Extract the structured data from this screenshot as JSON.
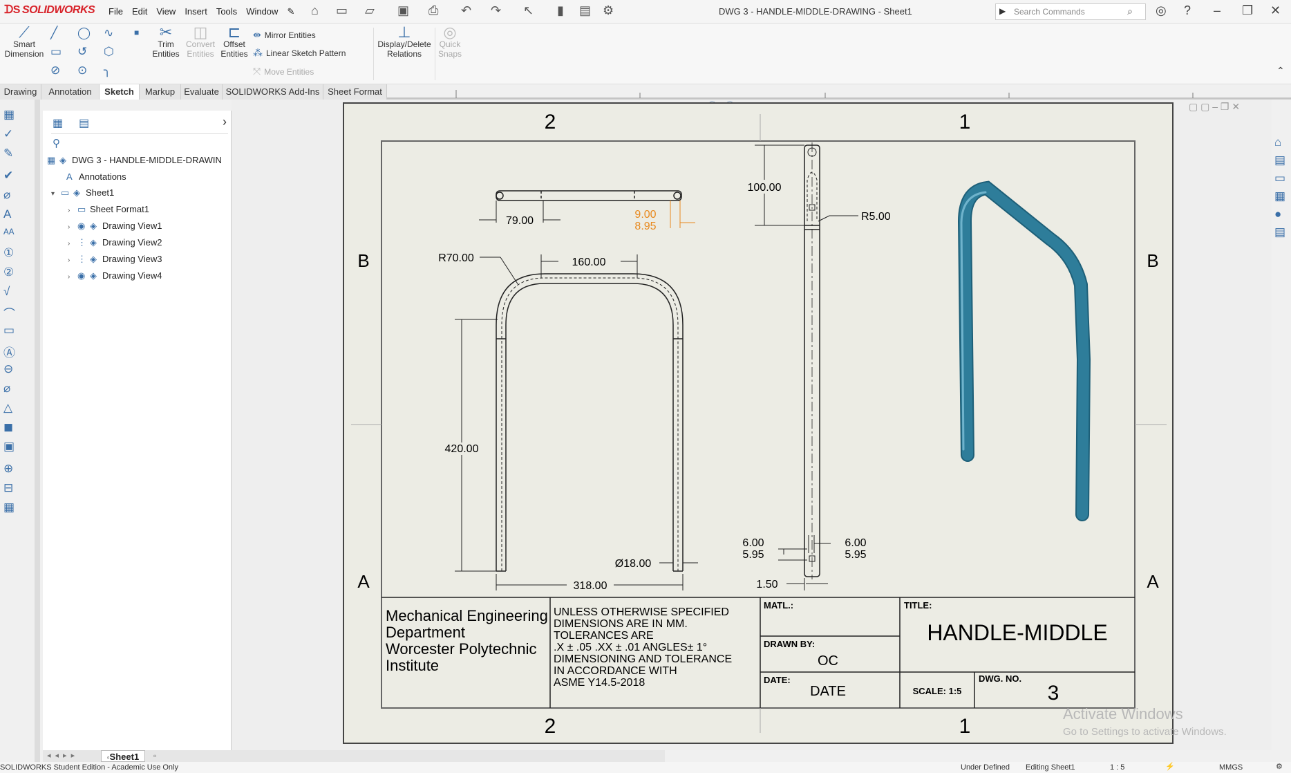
{
  "app": {
    "name": "SOLIDWORKS",
    "window_title": "DWG 3 - HANDLE-MIDDLE-DRAWING - Sheet1"
  },
  "menu": [
    "File",
    "Edit",
    "View",
    "Insert",
    "Tools",
    "Window"
  ],
  "search": {
    "placeholder": "Search Commands"
  },
  "ribbon": {
    "smart_dimension": [
      "Smart",
      "Dimension"
    ],
    "trim": [
      "Trim",
      "Entities"
    ],
    "convert": [
      "Convert",
      "Entities"
    ],
    "offset": [
      "Offset",
      "Entities"
    ],
    "mirror": "Mirror Entities",
    "linear_pattern": "Linear Sketch Pattern",
    "move": "Move Entities",
    "display_relations": [
      "Display/Delete",
      "Relations"
    ],
    "quick_snaps": [
      "Quick",
      "Snaps"
    ]
  },
  "tabs": [
    "Drawing",
    "Annotation",
    "Sketch",
    "Markup",
    "Evaluate",
    "SOLIDWORKS Add-Ins",
    "Sheet Format"
  ],
  "active_tab": "Sketch",
  "tree": {
    "root": "DWG 3 - HANDLE-MIDDLE-DRAWIN",
    "annotations": "Annotations",
    "sheet": "Sheet1",
    "children": [
      "Sheet Format1",
      "Drawing View1",
      "Drawing View2",
      "Drawing View3",
      "Drawing View4"
    ]
  },
  "drawing": {
    "zones_top": [
      "2",
      "1"
    ],
    "zones_side": [
      "B",
      "A"
    ],
    "dims": {
      "d79": "79.00",
      "d9a": "9.00",
      "d9b": "8.95",
      "r70": "R70.00",
      "d160": "160.00",
      "d420": "420.00",
      "dia18": "Ø18.00",
      "d318": "318.00",
      "d100": "100.00",
      "r5": "R5.00",
      "d6a1": "6.00",
      "d6b1": "5.95",
      "d6a2": "6.00",
      "d6b2": "5.95",
      "d150": "1.50"
    },
    "colors": {
      "tube": "#2e7d9a",
      "dim_orange": "#e8891e"
    }
  },
  "title_block": {
    "org": [
      "Mechanical Engineering",
      "Department",
      "Worcester Polytechnic",
      "Institute"
    ],
    "notes": [
      "UNLESS OTHERWISE SPECIFIED",
      "DIMENSIONS ARE IN MM.",
      "TOLERANCES ARE",
      ".X ± .05 .XX ± .01 ANGLES± 1°",
      "DIMENSIONING AND TOLERANCE",
      "IN ACCORDANCE WITH",
      "ASME Y14.5-2018"
    ],
    "matl_label": "MATL.:",
    "drawn_by_label": "DRAWN BY:",
    "drawn_by": "OC",
    "date_label": "DATE:",
    "date": "DATE",
    "title_label": "TITLE:",
    "title": "HANDLE-MIDDLE",
    "scale": "SCALE: 1:5",
    "dwg_no_label": "DWG. NO.",
    "dwg_no": "3"
  },
  "sheet_tab": "Sheet1",
  "watermark": {
    "line1": "Activate Windows",
    "line2": "Go to Settings to activate Windows."
  },
  "status": {
    "left": "SOLIDWORKS Student Edition - Academic Use Only",
    "defined": "Under Defined",
    "editing": "Editing Sheet1",
    "scale": "1 : 5",
    "units": "MMGS"
  }
}
